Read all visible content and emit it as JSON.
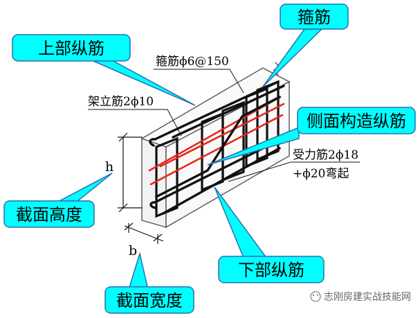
{
  "callouts": {
    "top_longitudinal": "上部纵筋",
    "stirrup": "箍筋",
    "side_longitudinal": "侧面构造纵筋",
    "section_height": "截面高度",
    "bottom_longitudinal": "下部纵筋",
    "section_width": "截面宽度"
  },
  "annotations": {
    "stirrup_spec": "箍筋ϕ6@150",
    "erection_bar": "架立筋2ϕ10",
    "main_bar": "受力筋2ϕ18",
    "bent_bar": "+ϕ20弯起"
  },
  "dimensions": {
    "h": "h",
    "b": "b"
  },
  "watermark": {
    "text": "志刚房建实战技能网"
  },
  "colors": {
    "callout_fill": "#00FFFF",
    "callout_stroke": "#2A6FB0",
    "rebar": "#111111",
    "side_bar": "#E8261B",
    "concrete_edge": "#555555"
  }
}
